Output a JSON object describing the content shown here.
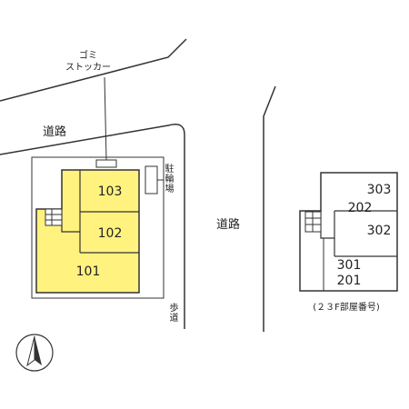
{
  "labels": {
    "garbage_line1": "ゴミ",
    "garbage_line2": "ストッカー",
    "road_left": "道路",
    "road_right": "道路",
    "bicycle_parking": "駐輪場",
    "sidewalk": "歩道",
    "upper_floors_note": "(２３F部屋番号)"
  },
  "ground_floor_rooms": [
    "103",
    "102",
    "101"
  ],
  "upper_floor_rooms": {
    "r303": "303",
    "r202": "202",
    "r302": "302",
    "r301_201": [
      "301",
      "201"
    ]
  },
  "colors": {
    "room_fill": "#fff27f",
    "line": "#333333",
    "background": "#ffffff"
  },
  "icons": {
    "compass": "north-arrow-icon",
    "stairs": "stairs-icon"
  }
}
